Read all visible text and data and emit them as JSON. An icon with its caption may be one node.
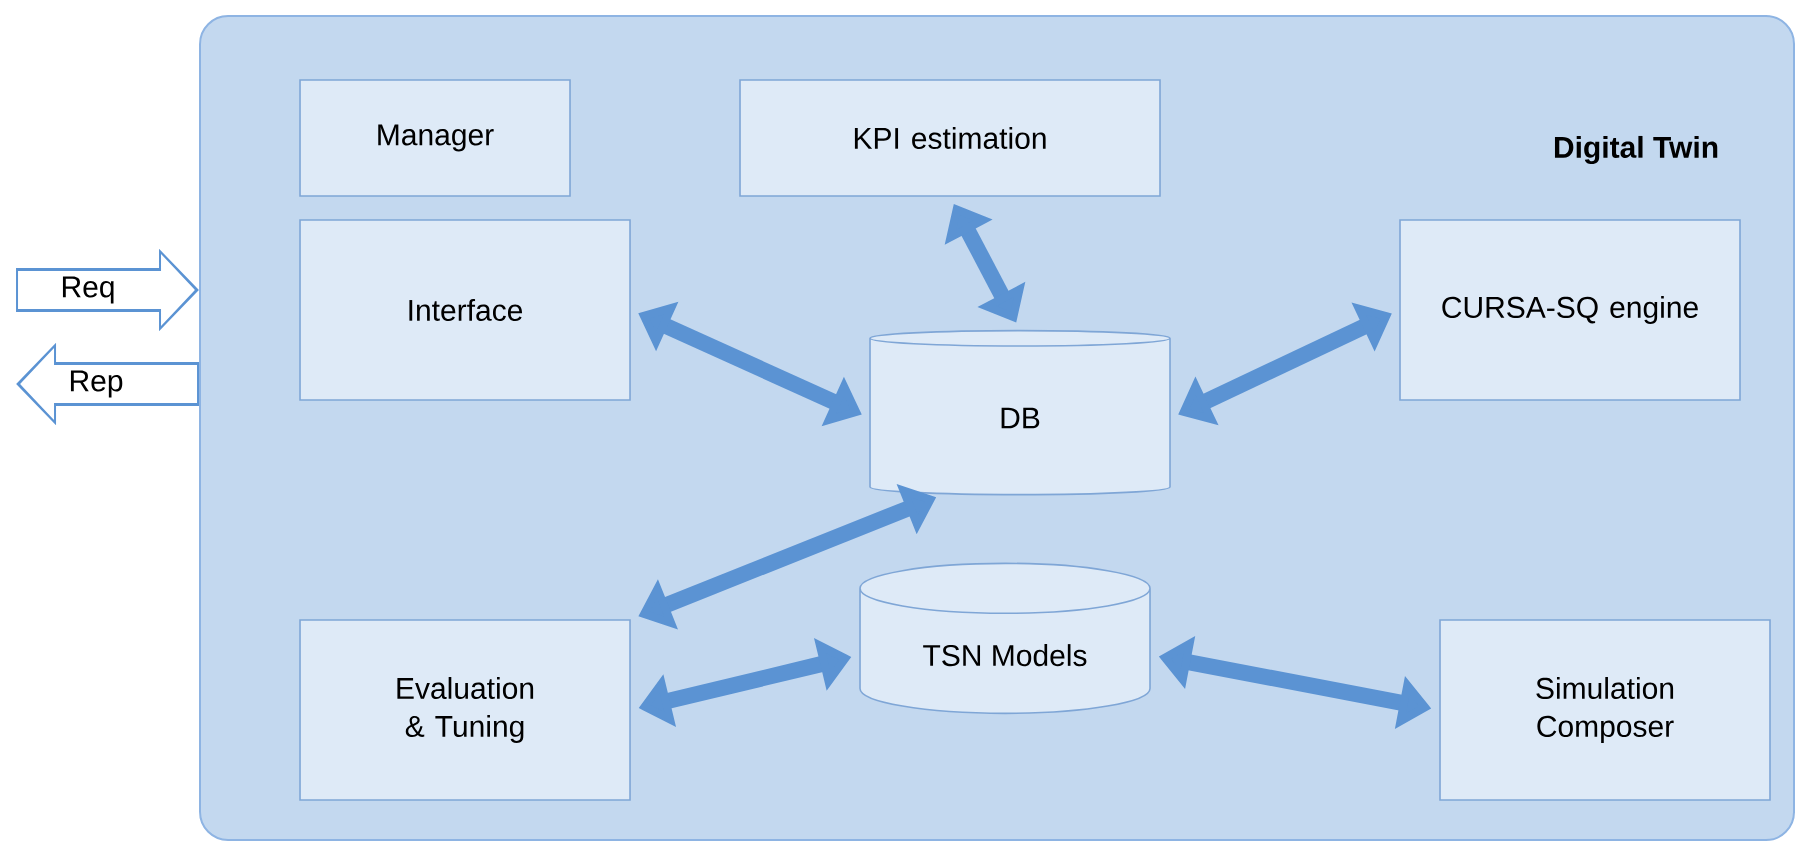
{
  "diagram": {
    "nodes": [
      {
        "text": [
          "Digital Twin"
        ]
      },
      {
        "text": [
          "Manager"
        ],
        "in": 0
      },
      {
        "text": [
          "KPI estimation"
        ],
        "in": 0
      },
      {
        "text": [
          "Interface"
        ],
        "in": 0
      },
      {
        "text": [
          "DB"
        ],
        "in": 0
      },
      {
        "text": [
          "CURSA-SQ engine"
        ],
        "in": 0
      },
      {
        "text": [
          "Evaluation & Tuning"
        ],
        "in": 0
      },
      {
        "text": [
          "TSN Models"
        ],
        "in": 0
      },
      {
        "text": [
          "Simulation Composer"
        ],
        "in": 0
      }
    ],
    "edges": [
      {
        "from": null,
        "to": 0,
        "arrow": "to",
        "label": "Req",
        "style": "thick"
      },
      {
        "from": 0,
        "to": null,
        "arrow": "to",
        "label": "Rep",
        "style": "thick"
      },
      {
        "from": 2,
        "to": 4,
        "arrow": "both"
      },
      {
        "from": 3,
        "to": 4,
        "arrow": "both"
      },
      {
        "from": 4,
        "to": 5,
        "arrow": "both"
      },
      {
        "from": 4,
        "to": 6,
        "arrow": "both"
      },
      {
        "from": 6,
        "to": 7,
        "arrow": "both"
      },
      {
        "from": 7,
        "to": 8,
        "arrow": "both"
      }
    ]
  }
}
